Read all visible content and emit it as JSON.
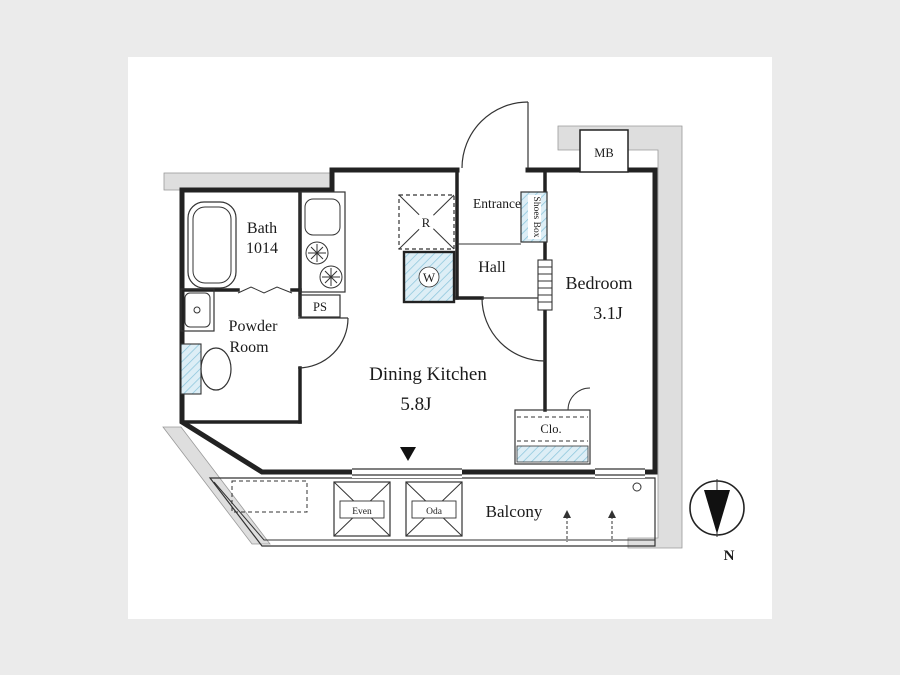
{
  "page": {
    "background_color": "#ebebeb",
    "canvas_color": "#ffffff"
  },
  "floorplan": {
    "rooms": {
      "bath": {
        "name": "Bath",
        "size": "1014"
      },
      "powder_room": {
        "line1": "Powder",
        "line2": "Room"
      },
      "hall": {
        "name": "Hall"
      },
      "entrance": {
        "name": "Entrance"
      },
      "dining_kitchen": {
        "name": "Dining Kitchen",
        "size": "5.8J"
      },
      "bedroom": {
        "name": "Bedroom",
        "size": "3.1J"
      },
      "balcony": {
        "name": "Balcony"
      }
    },
    "fixtures": {
      "ps": "PS",
      "mb": "MB",
      "refrigerator": "R",
      "washing_machine": "W",
      "shoes_box": "Shoes Box",
      "closet": "Clo.",
      "balcony_box_left": "Even",
      "balcony_box_right": "Oda"
    },
    "compass": {
      "north": "N"
    },
    "colors": {
      "wall": "#222222",
      "hatch_blue_bg": "#ddeef6",
      "hatch_blue_line": "#86c3da",
      "band_gray": "#dedede"
    }
  }
}
